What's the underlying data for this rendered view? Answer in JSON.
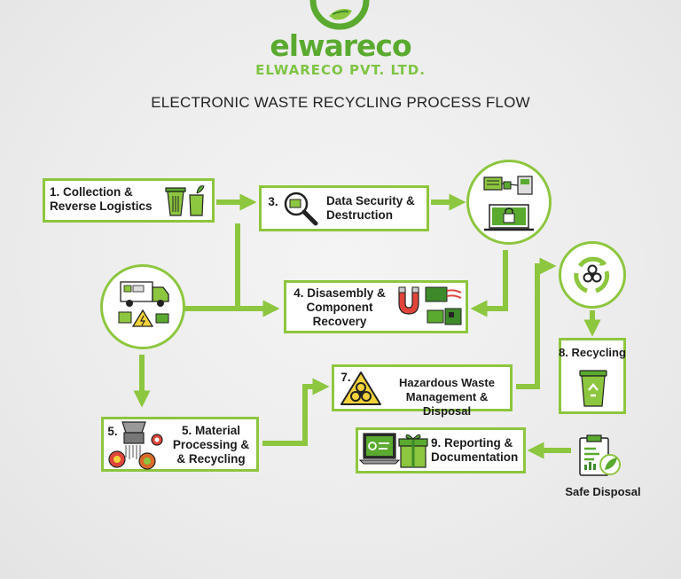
{
  "brand": {
    "name": "elwareco",
    "company": "ELWARECO PVT. LTD.",
    "accent_color": "#8dc63f",
    "dark_green": "#3d8a2a"
  },
  "title": "ELECTRONIC WASTE RECYCLING PROCESS FLOW",
  "steps": {
    "collection": {
      "label": "1. Collection &\nReverse Logistics",
      "icons": [
        "trash-bin-icon",
        "recycle-bin-icon"
      ]
    },
    "data_security": {
      "label": "3.",
      "label2": "Data Security &\nDestruction",
      "icons": [
        "magnifier-icon"
      ]
    },
    "data_devices": {
      "icons": [
        "server-icon",
        "hard-drive-icon",
        "laptop-lock-icon"
      ]
    },
    "logistics": {
      "icons": [
        "truck-icon",
        "circuit-board-icon",
        "hazard-warning-icon"
      ]
    },
    "disassembly": {
      "label": "4. Disasembly &\nComponent\nRecovery",
      "icons": [
        "magnet-icon",
        "circuit-board-icon"
      ]
    },
    "hazardous": {
      "label": "7.",
      "label2": "Hazardous Waste\nManagement & Disposal",
      "icons": [
        "biohazard-sign-icon"
      ]
    },
    "material": {
      "label": "5.",
      "label2": "5. Material\nProcessing &\n& Recycling",
      "icons": [
        "shredder-icon",
        "gear-icon"
      ]
    },
    "biohazard": {
      "icons": [
        "biohazard-recycle-icon"
      ]
    },
    "recycling": {
      "label": "8. Recycling",
      "icons": [
        "recycle-bin-icon"
      ]
    },
    "reporting": {
      "label": "9. Reporting &\nDocumentation",
      "icons": [
        "laptop-icon",
        "gift-box-icon"
      ]
    },
    "safe_disposal": {
      "label": "Safe Disposal",
      "icons": [
        "clipboard-leaf-icon"
      ]
    }
  }
}
